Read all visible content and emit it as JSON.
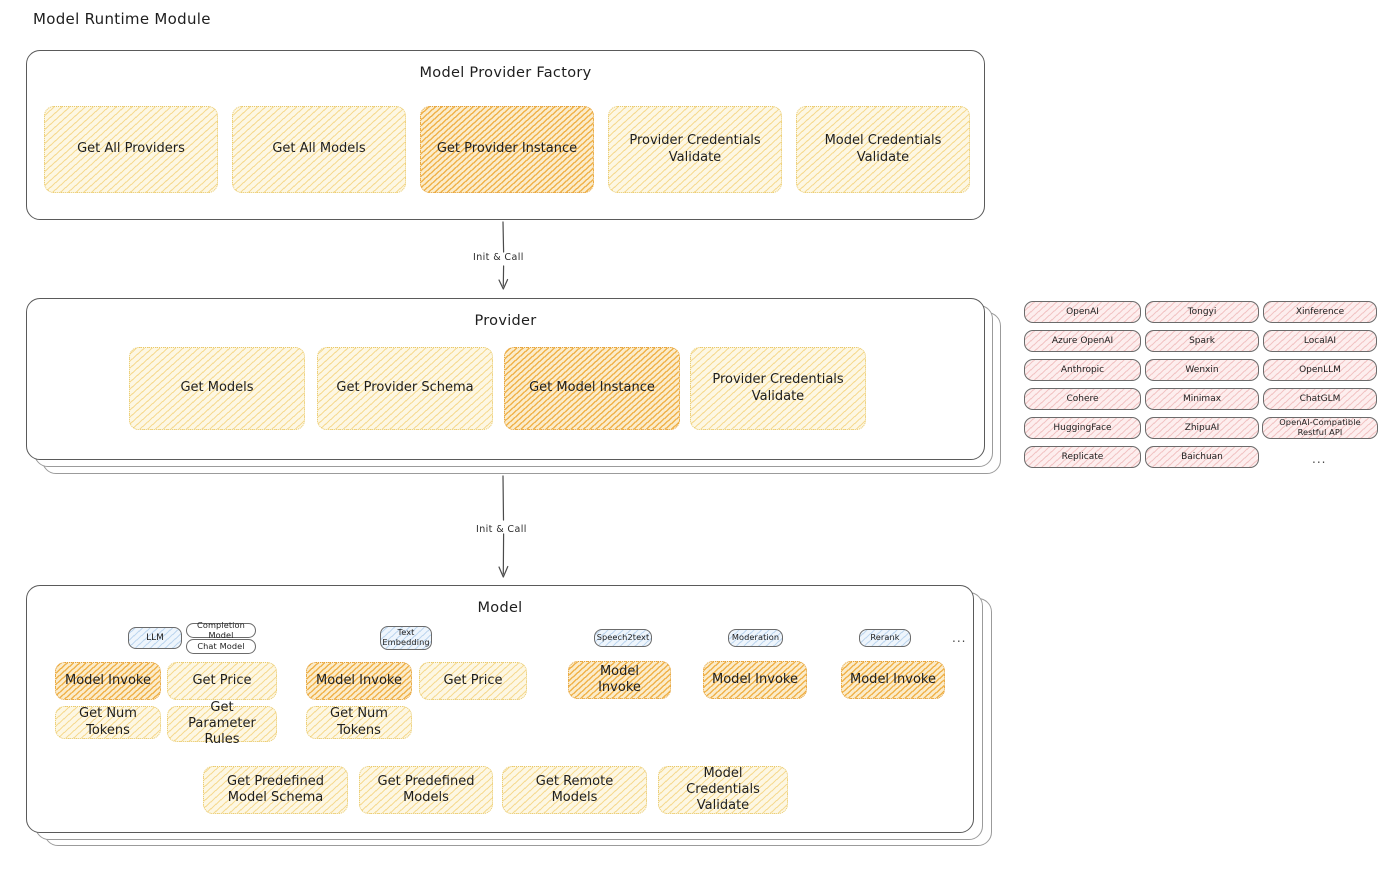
{
  "page": {
    "title": "Model Runtime Module"
  },
  "colors": {
    "accent_orange": "#efa834",
    "light_yellow": "#f0c452",
    "pink": "#e38c8c",
    "blue": "#78aadc",
    "stroke": "#5a5a5a",
    "background": "#ffffff"
  },
  "factory": {
    "title": "Model Provider Factory",
    "nodes": [
      {
        "label": "Get All Providers",
        "highlighted": false
      },
      {
        "label": "Get All Models",
        "highlighted": false
      },
      {
        "label": "Get Provider Instance",
        "highlighted": true
      },
      {
        "label": "Provider Credentials Validate",
        "highlighted": false
      },
      {
        "label": "Model Credentials Validate",
        "highlighted": false
      }
    ]
  },
  "arrows": [
    {
      "label": "Init & Call"
    },
    {
      "label": "Init & Call"
    }
  ],
  "provider": {
    "title": "Provider",
    "nodes": [
      {
        "label": "Get Models",
        "highlighted": false
      },
      {
        "label": "Get Provider Schema",
        "highlighted": false
      },
      {
        "label": "Get Model Instance",
        "highlighted": true
      },
      {
        "label": "Provider Credentials Validate",
        "highlighted": false
      }
    ]
  },
  "provider_list": {
    "columns": [
      [
        "OpenAI",
        "Azure OpenAI",
        "Anthropic",
        "Cohere",
        "HuggingFace",
        "Replicate"
      ],
      [
        "Tongyi",
        "Spark",
        "Wenxin",
        "Minimax",
        "ZhipuAI",
        "Baichuan"
      ],
      [
        "Xinference",
        "LocalAI",
        "OpenLLM",
        "ChatGLM",
        "OpenAI-Compatible Restful API"
      ]
    ],
    "more": "..."
  },
  "model": {
    "title": "Model",
    "more": "...",
    "types": [
      {
        "name": "LLM",
        "sub_badges": [
          "Completion Model",
          "Chat Model"
        ],
        "methods": [
          {
            "label": "Model Invoke",
            "highlighted": true
          },
          {
            "label": "Get Price",
            "highlighted": false
          },
          {
            "label": "Get Num Tokens",
            "highlighted": false
          },
          {
            "label": "Get Parameter Rules",
            "highlighted": false
          }
        ]
      },
      {
        "name": "Text Embedding",
        "sub_badges": [],
        "methods": [
          {
            "label": "Model Invoke",
            "highlighted": true
          },
          {
            "label": "Get Price",
            "highlighted": false
          },
          {
            "label": "Get Num Tokens",
            "highlighted": false
          }
        ]
      },
      {
        "name": "Speech2text",
        "sub_badges": [],
        "methods": [
          {
            "label": "Model Invoke",
            "highlighted": true
          }
        ]
      },
      {
        "name": "Moderation",
        "sub_badges": [],
        "methods": [
          {
            "label": "Model Invoke",
            "highlighted": true
          }
        ]
      },
      {
        "name": "Rerank",
        "sub_badges": [],
        "methods": [
          {
            "label": "Model Invoke",
            "highlighted": true
          }
        ]
      }
    ],
    "shared_methods": [
      "Get Predefined Model Schema",
      "Get Predefined Models",
      "Get Remote Models",
      "Model Credentials Validate"
    ]
  }
}
